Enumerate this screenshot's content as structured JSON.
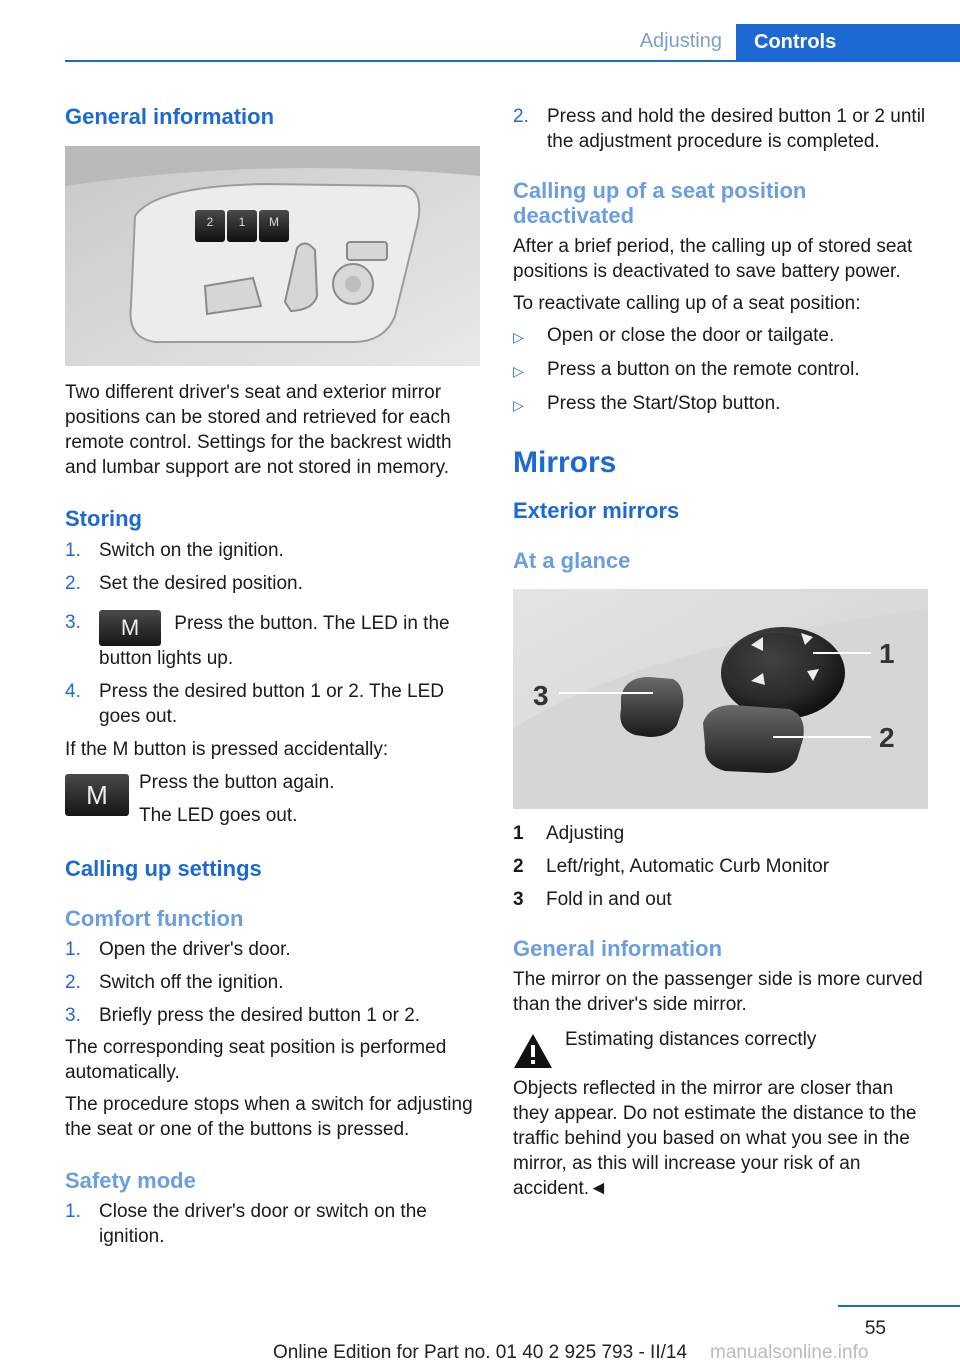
{
  "header": {
    "section": "Adjusting",
    "chapter": "Controls"
  },
  "left": {
    "general_title": "General information",
    "general_text": "Two different driver's seat and exterior mirror positions can be stored and retrieved for each remote control. Settings for the backrest width and lumbar support are not stored in memory.",
    "storing_title": "Storing",
    "storing_steps": [
      {
        "n": "1.",
        "t": "Switch on the ignition."
      },
      {
        "n": "2.",
        "t": "Set the desired position."
      },
      {
        "n": "3.",
        "t": " Press the button. The LED in the button lights up."
      },
      {
        "n": "4.",
        "t": "Press the desired button 1 or 2. The LED goes out."
      }
    ],
    "m_button_label": "M",
    "accidental_intro": "If the M button is pressed accidentally:",
    "accidental_line1": "Press the button again.",
    "accidental_line2": "The LED goes out.",
    "calling_title": "Calling up settings",
    "comfort_title": "Comfort function",
    "comfort_steps": [
      {
        "n": "1.",
        "t": "Open the driver's door."
      },
      {
        "n": "2.",
        "t": "Switch off the ignition."
      },
      {
        "n": "3.",
        "t": "Briefly press the desired button 1 or 2."
      }
    ],
    "comfort_p1": "The corresponding seat position is performed automatically.",
    "comfort_p2": "The procedure stops when a switch for adjusting the seat or one of the buttons is pressed.",
    "safety_title": "Safety mode",
    "safety_steps": [
      {
        "n": "1.",
        "t": "Close the driver's door or switch on the ignition."
      }
    ],
    "seat_panel_labels": [
      "2",
      "1",
      "M"
    ]
  },
  "right": {
    "safety_steps_cont": [
      {
        "n": "2.",
        "t": "Press and hold the desired button 1 or 2 until the adjustment procedure is completed."
      }
    ],
    "deactivated_title": "Calling up of a seat position deactivated",
    "deactivated_text": "After a brief period, the calling up of stored seat positions is deactivated to save battery power.",
    "reactivate_intro": "To reactivate calling up of a seat position:",
    "reactivate_items": [
      "Open or close the door or tailgate.",
      "Press a button on the remote control.",
      "Press the Start/Stop button."
    ],
    "mirrors_title": "Mirrors",
    "exterior_title": "Exterior mirrors",
    "glance_title": "At a glance",
    "mirror_callouts": [
      "1",
      "2",
      "3"
    ],
    "key_items": [
      {
        "k": "1",
        "t": "Adjusting"
      },
      {
        "k": "2",
        "t": "Left/right, Automatic Curb Monitor"
      },
      {
        "k": "3",
        "t": "Fold in and out"
      }
    ],
    "general_title": "General information",
    "general_text": "The mirror on the passenger side is more curved than the driver's side mirror.",
    "warning_title": "Estimating distances correctly",
    "warning_text": "Objects reflected in the mirror are closer than they appear. Do not estimate the distance to the traffic behind you based on what you see in the mirror, as this will increase your risk of an accident.◄"
  },
  "footer": {
    "page_number": "55",
    "edition": "Online Edition for Part no. 01 40 2 925 793 - II/14",
    "watermark": "manualsonline.info"
  }
}
